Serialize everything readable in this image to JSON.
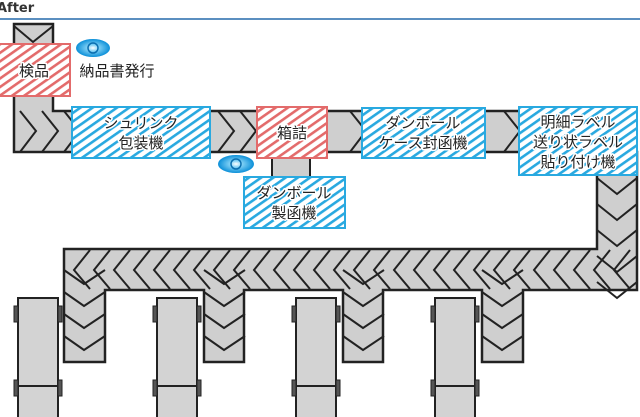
{
  "header": {
    "title": "After"
  },
  "processes": {
    "inspection": {
      "label": "検品",
      "kind": "manual"
    },
    "invoice": {
      "label": "納品書発行"
    },
    "shrink": {
      "lines": [
        "シュリンク",
        "包装機"
      ],
      "kind": "machine"
    },
    "boxing": {
      "label": "箱詰",
      "kind": "manual"
    },
    "erector": {
      "lines": [
        "ダンボール",
        "製函機"
      ],
      "kind": "machine"
    },
    "sealer": {
      "lines": [
        "ダンボール",
        "ケース封函機"
      ],
      "kind": "machine"
    },
    "labeler": {
      "lines": [
        "明細ラベル",
        "送り状ラベル",
        "貼り付け機"
      ],
      "kind": "machine"
    }
  },
  "colors": {
    "manual": "#e36b6b",
    "machine": "#29a9e0",
    "conveyor": "#cfcfcf",
    "rule": "#5b8fc0"
  }
}
